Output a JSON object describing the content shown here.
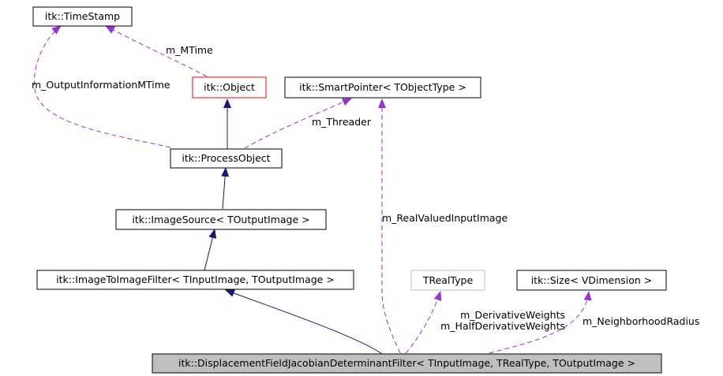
{
  "nodes": {
    "timestamp": "itk::TimeStamp",
    "object": "itk::Object",
    "smartpointer": "itk::SmartPointer< TObjectType >",
    "processobject": "itk::ProcessObject",
    "imagesource": "itk::ImageSource< TOutputImage >",
    "imagetoimagefilter": "itk::ImageToImageFilter< TInputImage, TOutputImage >",
    "trealtype": "TRealType",
    "size": "itk::Size< VDimension >",
    "main": "itk::DisplacementFieldJacobianDeterminantFilter< TInputImage, TRealType, TOutputImage >"
  },
  "edge_labels": {
    "mtime": "m_MTime",
    "output_info_mtime": "m_OutputInformationMTime",
    "threader": "m_Threader",
    "real_valued_input": "m_RealValuedInputImage",
    "derivative_weights": "m_DerivativeWeights",
    "half_derivative_weights": "m_HalfDerivativeWeights",
    "neighborhood_radius": "m_NeighborhoodRadius"
  },
  "colors": {
    "inheritance": "#191970",
    "usage": "#9a32cd",
    "main_fill": "#bfbfbf",
    "undocumented_border": "#ff0000",
    "template_param_border": "#bfbfbf"
  }
}
